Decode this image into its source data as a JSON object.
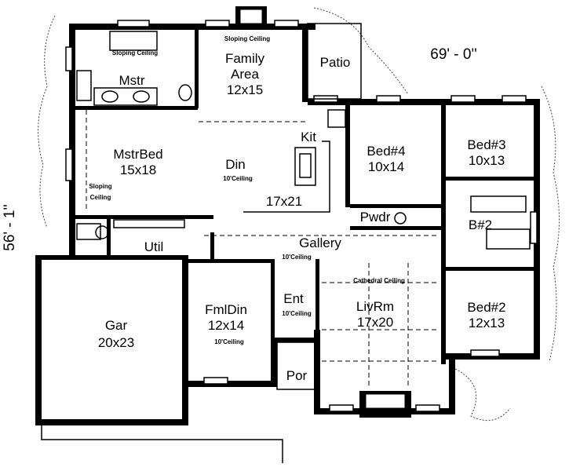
{
  "dimensions": {
    "width": "69' - 0''",
    "depth": "56' - 1''"
  },
  "rooms": {
    "family_area": {
      "name_line1": "Family",
      "name_line2": "Area",
      "size": "12x15",
      "note": "Sloping Ceiling"
    },
    "patio": {
      "name": "Patio"
    },
    "master_bath": {
      "name": "Mstr",
      "note": "Sloping Ceiling"
    },
    "master_bed": {
      "name": "MstrBed",
      "size": "15x18",
      "note_line1": "Sloping",
      "note_line2": "Ceiling"
    },
    "kitchen": {
      "name": "Kit"
    },
    "dining": {
      "name": "Din",
      "note": "10'Ceiling",
      "size": "17x21"
    },
    "bed4": {
      "name": "Bed#4",
      "size": "10x14"
    },
    "bed3": {
      "name": "Bed#3",
      "size": "10x13"
    },
    "powder": {
      "name": "Pwdr"
    },
    "bath2": {
      "name": "B#2"
    },
    "utility": {
      "name": "Util"
    },
    "gallery": {
      "name": "Gallery",
      "note": "10'Ceiling"
    },
    "garage": {
      "name": "Gar",
      "size": "20x23"
    },
    "family_dining": {
      "name": "FmlDin",
      "size": "12x14",
      "note": "10'Ceiling"
    },
    "entry": {
      "name": "Ent",
      "note": "10'Ceiling"
    },
    "living": {
      "name": "LivRm",
      "size": "17x20",
      "note": "Cathedral Ceiling"
    },
    "bed2": {
      "name": "Bed#2",
      "size": "12x13"
    },
    "porch": {
      "name": "Por"
    }
  },
  "colors": {
    "ink": "#000000",
    "paper": "#ffffff"
  }
}
